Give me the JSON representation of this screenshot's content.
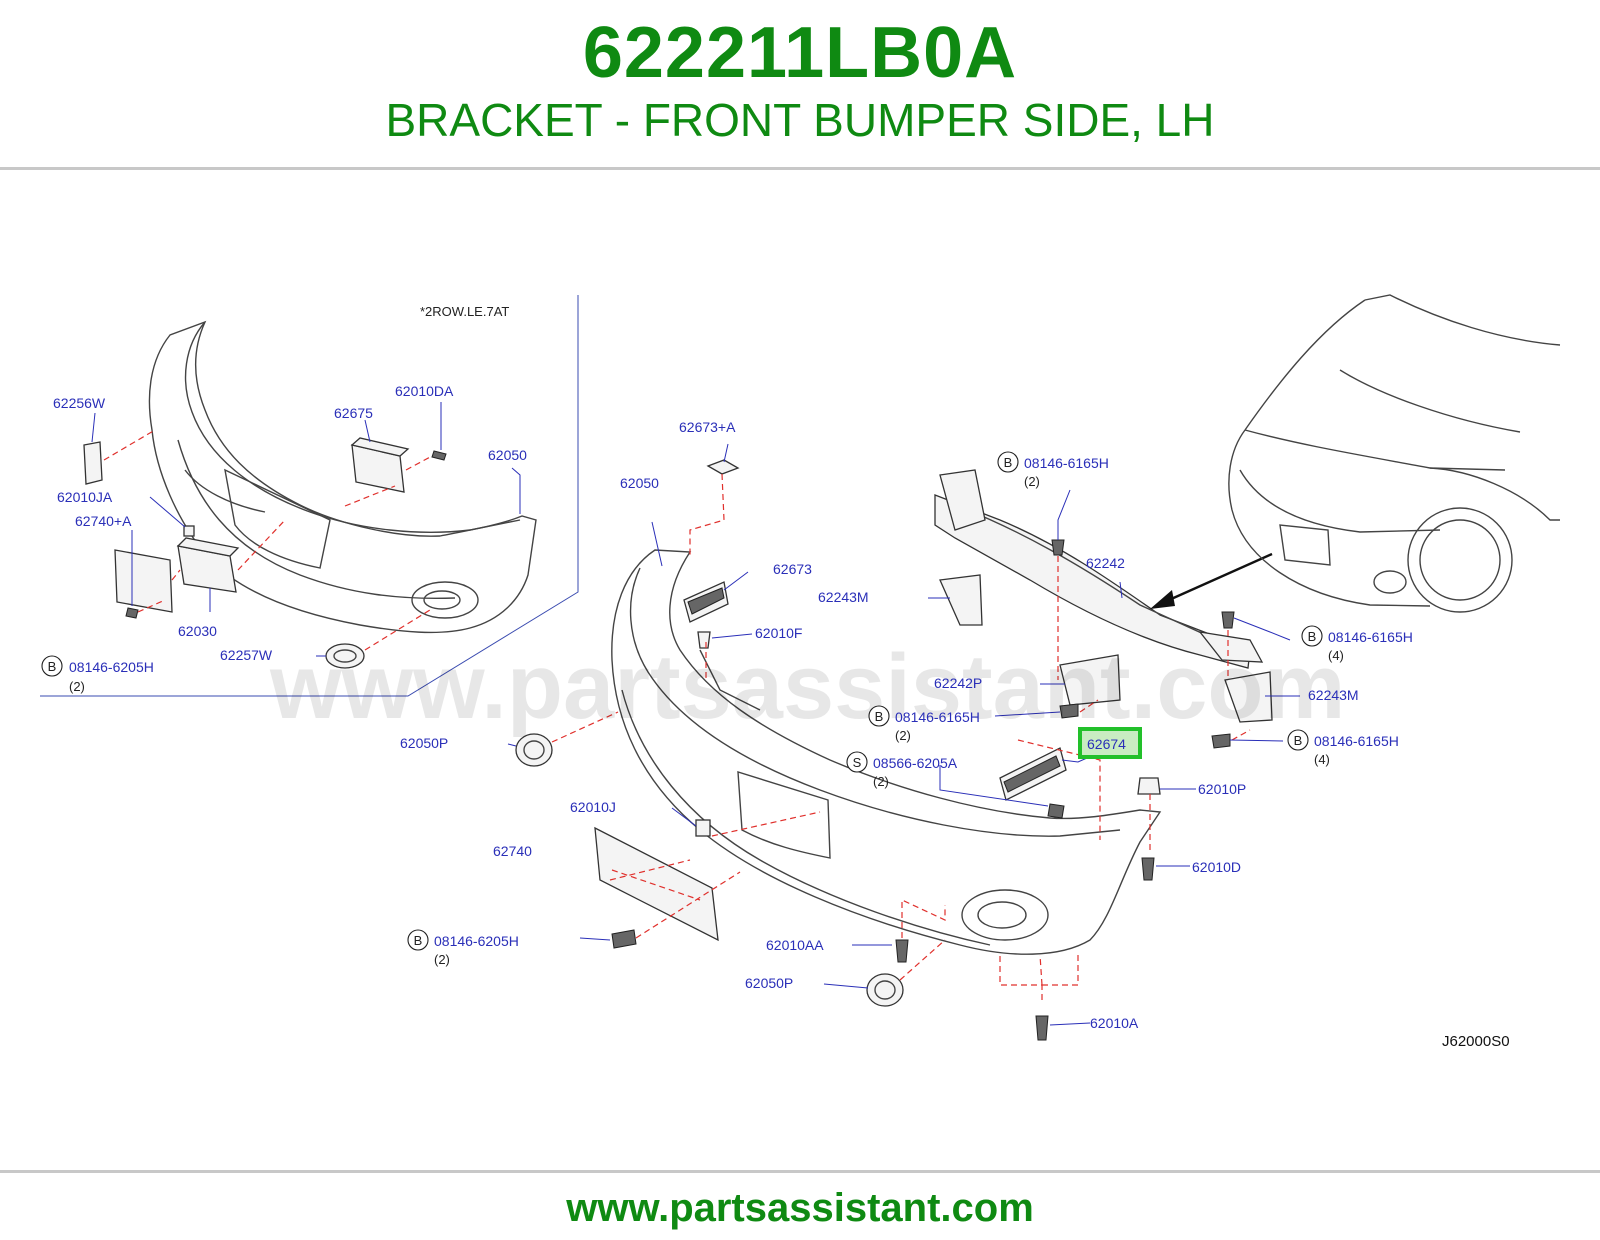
{
  "header": {
    "part_number": "622211LB0A",
    "description": "BRACKET - FRONT BUMPER SIDE, LH"
  },
  "footer": {
    "url": "www.partsassistant.com"
  },
  "watermark": "www.partsassistant.com",
  "diagram": {
    "variant_note": "*2ROW.LE.7AT",
    "drawing_code": "J62000S0",
    "highlight_color": "#22c02a",
    "callouts": [
      {
        "id": "62256W",
        "text": "62256W"
      },
      {
        "id": "62675",
        "text": "62675"
      },
      {
        "id": "62010DA",
        "text": "62010DA"
      },
      {
        "id": "62050a",
        "text": "62050"
      },
      {
        "id": "62010JA",
        "text": "62010JA"
      },
      {
        "id": "62740A",
        "text": "62740+A"
      },
      {
        "id": "62030",
        "text": "62030"
      },
      {
        "id": "62257W",
        "text": "62257W"
      },
      {
        "id": "b8146-6205a",
        "text": "08146-6205H",
        "prefix": "B",
        "qty": "(2)"
      },
      {
        "id": "62673A",
        "text": "62673+A"
      },
      {
        "id": "62050b",
        "text": "62050"
      },
      {
        "id": "62673",
        "text": "62673"
      },
      {
        "id": "62010F",
        "text": "62010F"
      },
      {
        "id": "62050Pa",
        "text": "62050P"
      },
      {
        "id": "62010J",
        "text": "62010J"
      },
      {
        "id": "62740",
        "text": "62740"
      },
      {
        "id": "b8146-6205b",
        "text": "08146-6205H",
        "prefix": "B",
        "qty": "(2)"
      },
      {
        "id": "62010AA",
        "text": "62010AA"
      },
      {
        "id": "62050Pb",
        "text": "62050P"
      },
      {
        "id": "62010A",
        "text": "62010A"
      },
      {
        "id": "b8146-6165a",
        "text": "08146-6165H",
        "prefix": "B",
        "qty": "(2)"
      },
      {
        "id": "62242",
        "text": "62242"
      },
      {
        "id": "62243Ma",
        "text": "62243M"
      },
      {
        "id": "62242P",
        "text": "62242P"
      },
      {
        "id": "b8146-6165b",
        "text": "08146-6165H",
        "prefix": "B",
        "qty": "(2)"
      },
      {
        "id": "s8566-6205",
        "text": "08566-6205A",
        "prefix": "S",
        "qty": "(2)"
      },
      {
        "id": "62674",
        "text": "62674",
        "highlighted": true
      },
      {
        "id": "b8146-6165c",
        "text": "08146-6165H",
        "prefix": "B",
        "qty": "(4)"
      },
      {
        "id": "62243Mb",
        "text": "62243M"
      },
      {
        "id": "b8146-6165d",
        "text": "08146-6165H",
        "prefix": "B",
        "qty": "(4)"
      },
      {
        "id": "62010P",
        "text": "62010P"
      },
      {
        "id": "62010D",
        "text": "62010D"
      }
    ]
  }
}
